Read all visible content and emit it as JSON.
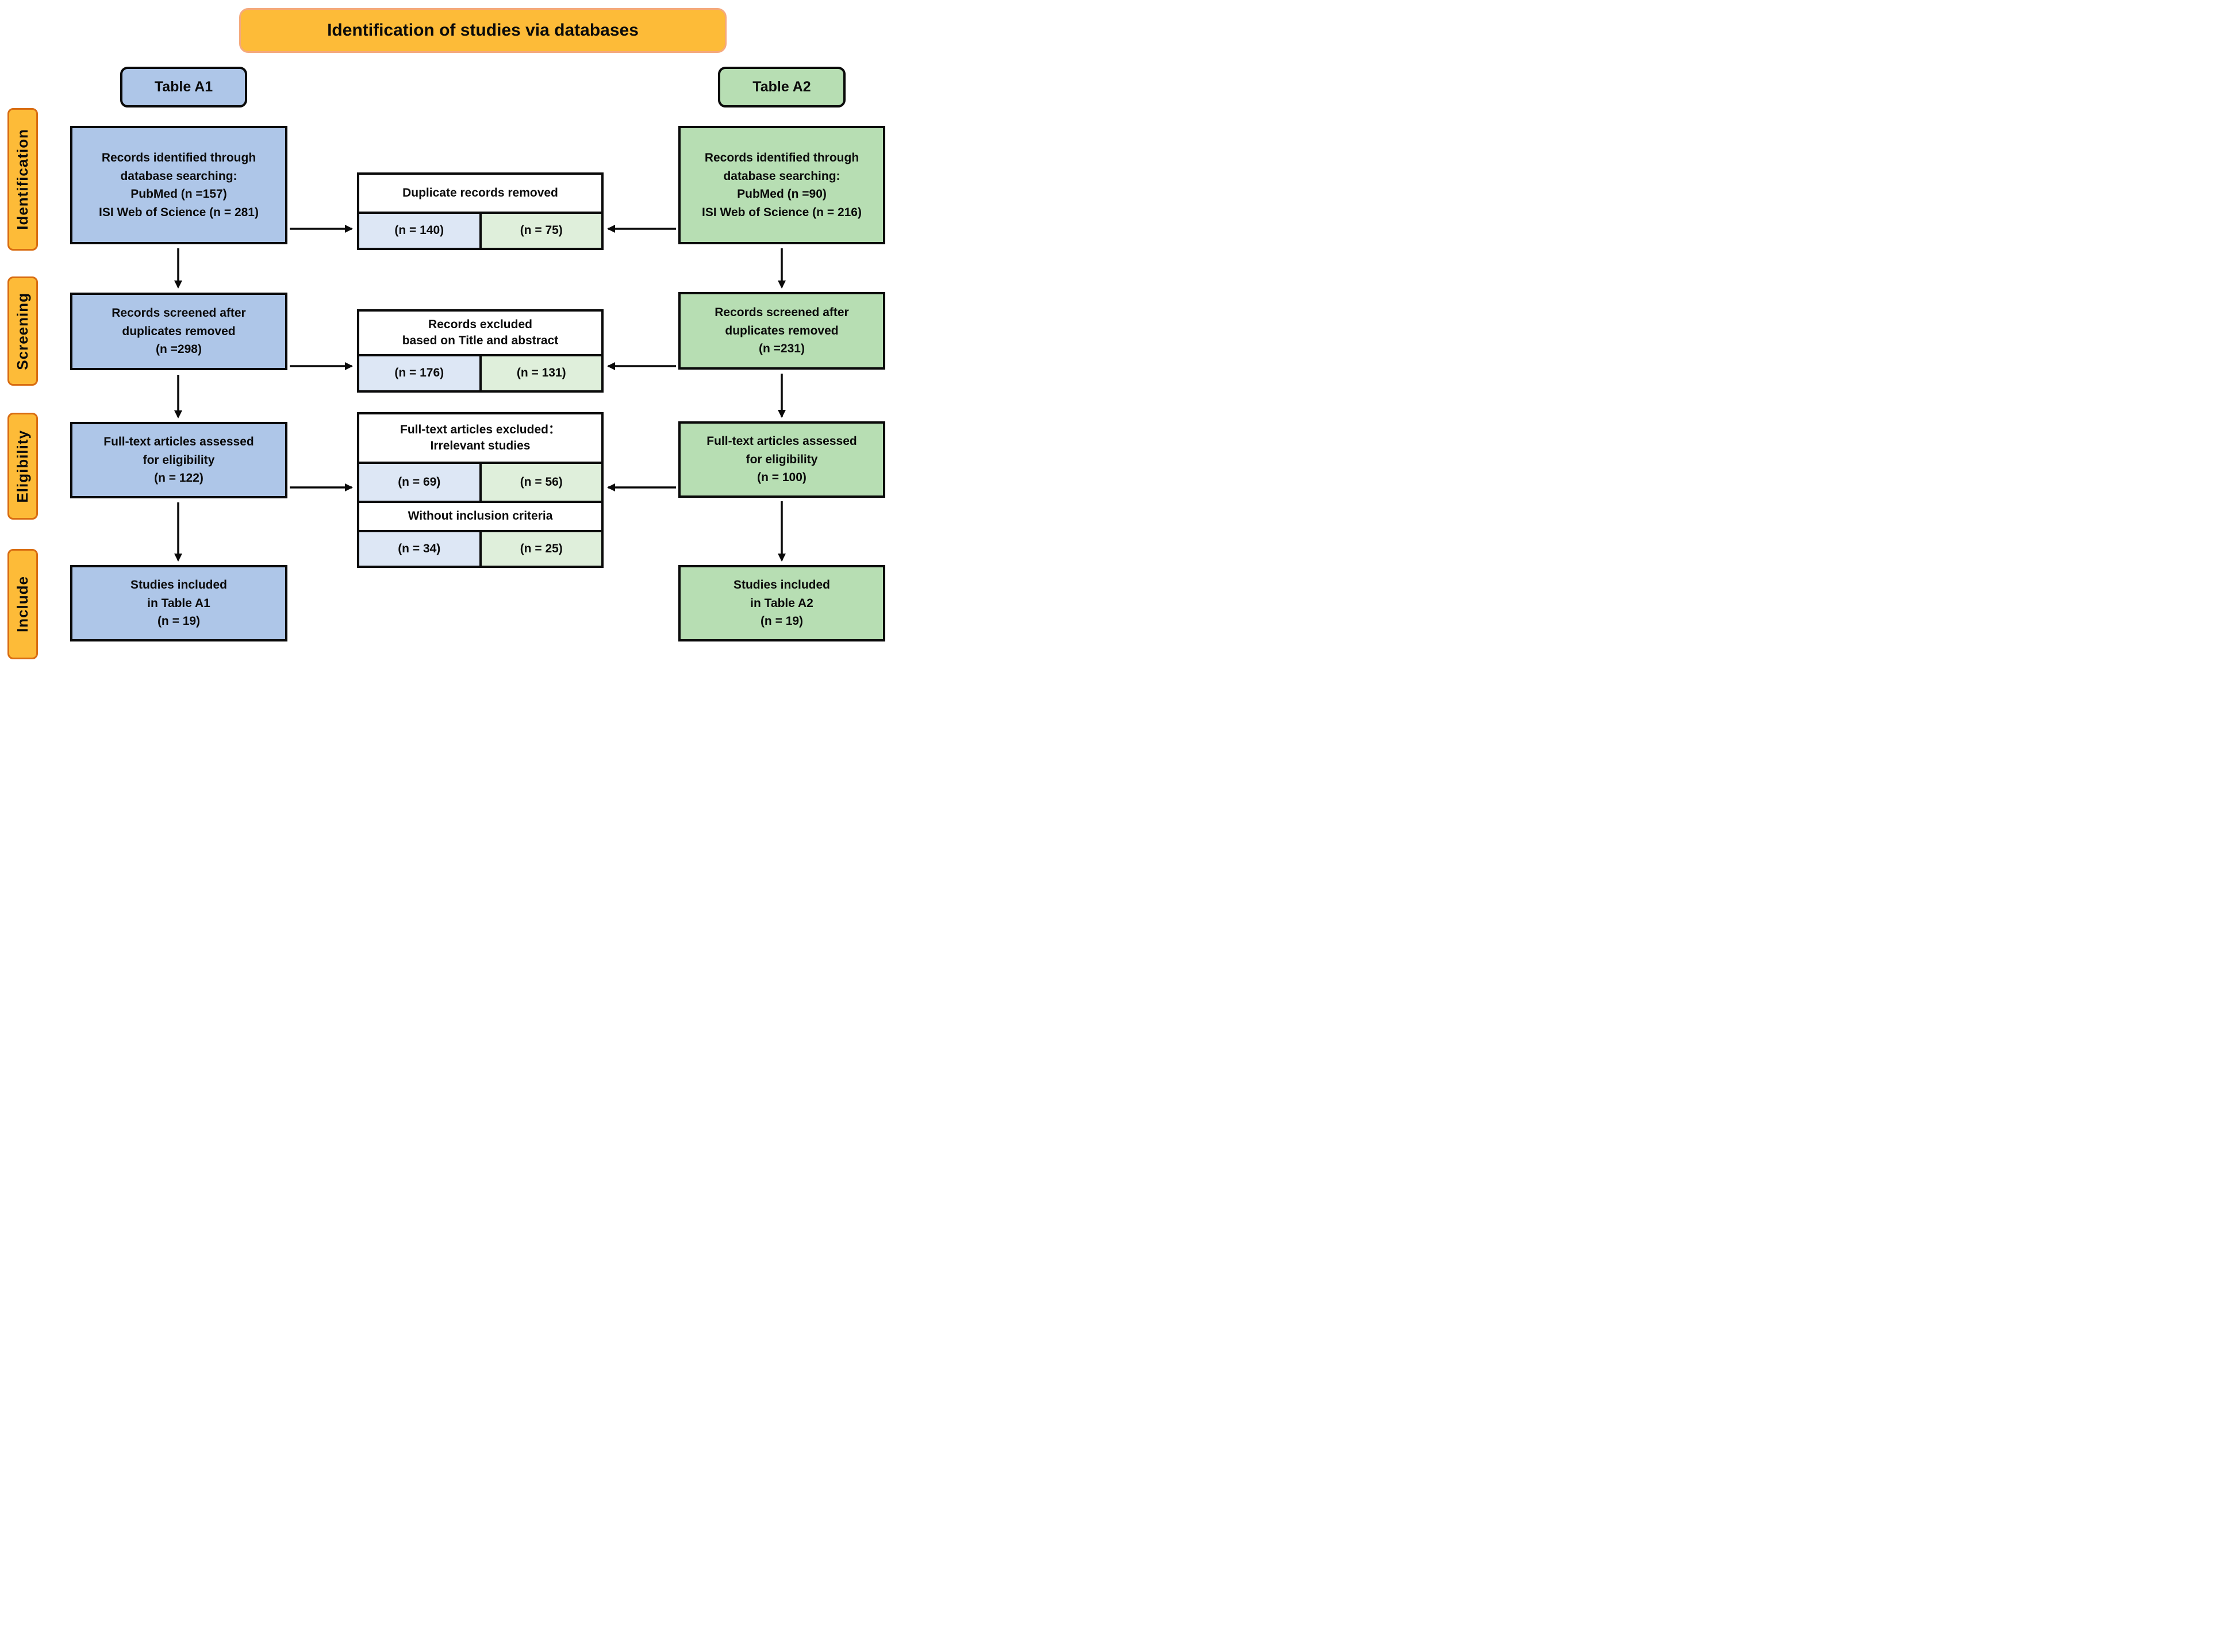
{
  "title": "Identification of studies via databases",
  "colors": {
    "amber_fill": "#FDBB38",
    "title_border": "#F5A97C",
    "stage_border": "#D96D12",
    "blue_box": "#AEC6E8",
    "green_box": "#B7DEB3",
    "cell_blue": "#DDE7F5",
    "cell_green": "#DFEFDB",
    "line_black": "#0a0a0a"
  },
  "side_labels": {
    "identification": "Identification",
    "screening": "Screening",
    "eligibility": "Eligibility",
    "include": "Include"
  },
  "table_a1": {
    "header": "Table A1",
    "identification_box": {
      "lines": [
        "Records identified through",
        "database searching:",
        "PubMed (n =157)",
        "ISI Web of Science (n = 281)"
      ]
    },
    "screening_box": {
      "lines": [
        "Records screened after",
        "duplicates removed",
        "(n =298)"
      ]
    },
    "eligibility_box": {
      "lines": [
        "Full-text articles assessed",
        "for eligibility",
        "(n = 122)"
      ]
    },
    "include_box": {
      "lines": [
        "Studies included",
        "in Table A1",
        "(n = 19)"
      ]
    }
  },
  "table_a2": {
    "header": "Table A2",
    "identification_box": {
      "lines": [
        "Records identified through",
        "database searching:",
        "PubMed (n =90)",
        "ISI Web of Science (n = 216)"
      ]
    },
    "screening_box": {
      "lines": [
        "Records screened after",
        "duplicates removed",
        "(n =231)"
      ]
    },
    "eligibility_box": {
      "lines": [
        "Full-text articles assessed",
        "for eligibility",
        "(n = 100)"
      ]
    },
    "include_box": {
      "lines": [
        "Studies included",
        "in Table A2",
        "(n = 19)"
      ]
    }
  },
  "middle": {
    "duplicates": {
      "header_line1": "Duplicate records removed",
      "a1_value": "(n = 140)",
      "a2_value": "(n = 75)"
    },
    "title_abstract": {
      "header_line1": "Records excluded",
      "header_line2": "based on Title and abstract",
      "a1_value": "(n = 176)",
      "a2_value": "(n = 131)"
    },
    "fulltext_excluded": {
      "header_line1": "Full-text articles excluded：",
      "header_line2": "Irrelevant studies",
      "a1_value": "(n = 69)",
      "a2_value": "(n = 56)"
    },
    "without_inclusion": {
      "header_line1": "Without inclusion criteria",
      "a1_value": "(n = 34)",
      "a2_value": "(n = 25)"
    }
  }
}
